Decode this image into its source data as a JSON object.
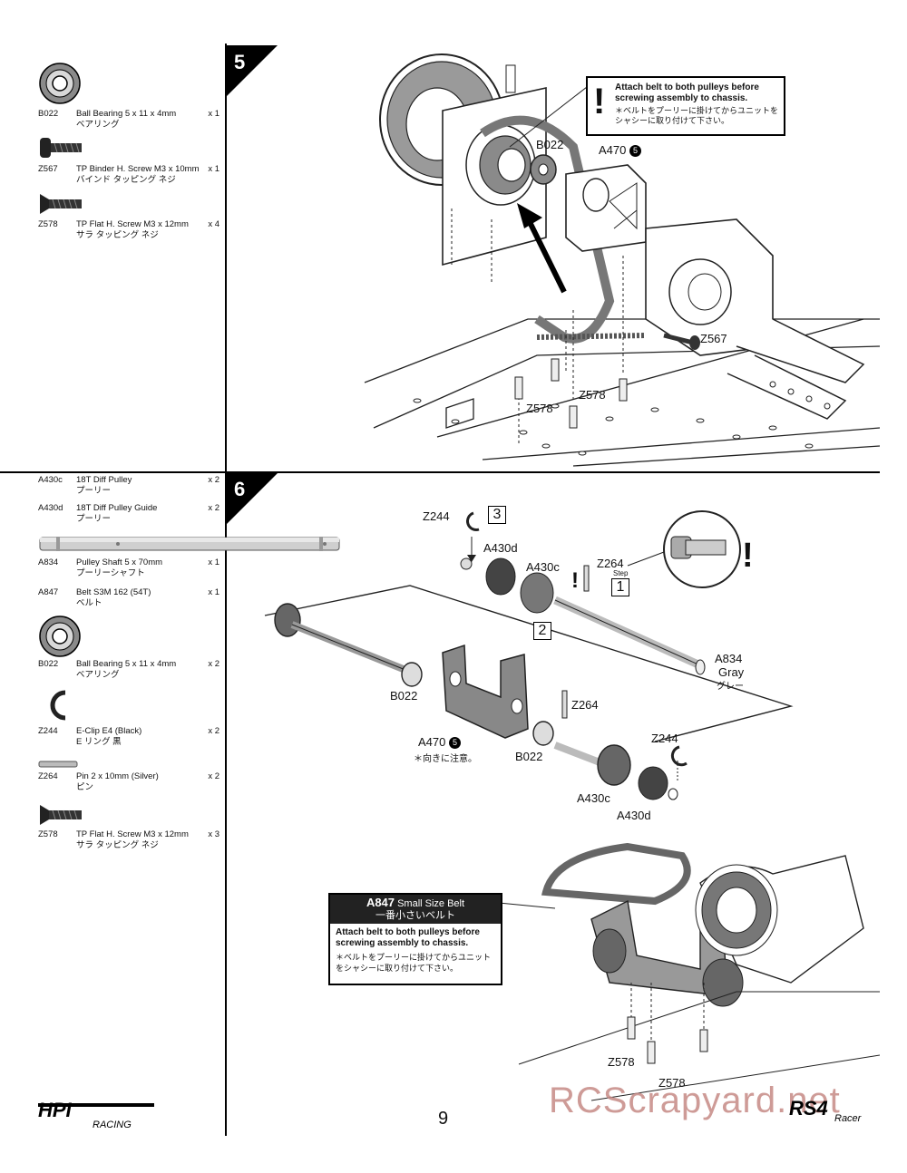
{
  "step5": {
    "number": "5",
    "parts": [
      {
        "code": "B022",
        "name": "Ball Bearing 5 x 11 x 4mm",
        "name_jp": "ベアリング",
        "qty": "x 1",
        "icon": "ball-bearing-icon"
      },
      {
        "code": "Z567",
        "name": "TP Binder H. Screw M3 x 10mm",
        "name_jp": "バインド タッピング ネジ",
        "qty": "x 1",
        "icon": "binder-screw-icon"
      },
      {
        "code": "Z578",
        "name": "TP Flat H. Screw M3 x 12mm",
        "name_jp": "サラ タッピング ネジ",
        "qty": "x 4",
        "icon": "flat-screw-icon"
      }
    ],
    "callout": {
      "mark": "!",
      "en": "Attach belt to both pulleys before screwing assembly to chassis.",
      "jp": "＊ベルトをプーリーに掛けてからユニットをシャシーに取り付けて下さい。"
    },
    "labels": {
      "b022": "B022",
      "a470": "A470",
      "a470_step": "5",
      "z567": "Z567",
      "z578a": "Z578",
      "z578b": "Z578"
    }
  },
  "step6": {
    "number": "6",
    "parts": [
      {
        "code": "A430c",
        "name": "18T Diff Pulley",
        "name_jp": "プーリー",
        "qty": "x 2"
      },
      {
        "code": "A430d",
        "name": "18T Diff Pulley Guide",
        "name_jp": "プーリー",
        "qty": "x 2"
      },
      {
        "code": "A834",
        "name": "Pulley Shaft 5 x 70mm",
        "name_jp": "プーリーシャフト",
        "qty": "x 1"
      },
      {
        "code": "A847",
        "name": "Belt S3M 162 (54T)",
        "name_jp": "ベルト",
        "qty": "x 1"
      },
      {
        "code": "B022",
        "name": "Ball Bearing 5 x 11 x 4mm",
        "name_jp": "ベアリング",
        "qty": "x 2"
      },
      {
        "code": "Z244",
        "name": "E-Clip E4 (Black)",
        "name_jp": "E リング 黒",
        "qty": "x 2"
      },
      {
        "code": "Z264",
        "name": "Pin 2 x 10mm (Silver)",
        "name_jp": "ピン",
        "qty": "x 2"
      },
      {
        "code": "Z578",
        "name": "TP Flat H. Screw M3 x 12mm",
        "name_jp": "サラ タッピング ネジ",
        "qty": "x 3"
      }
    ],
    "labels": {
      "z244_top": "Z244",
      "box3": "3",
      "a430d_top": "A430d",
      "a430c_top": "A430c",
      "z264_top": "Z264",
      "step_word": "Step",
      "box1": "1",
      "box2": "2",
      "a834": "A834",
      "gray": "Gray",
      "gray_jp": "グレー",
      "b022_left": "B022",
      "z264_mid": "Z264",
      "a470": "A470",
      "a470_step": "5",
      "a470_note": "＊向きに注意。",
      "b022_right": "B022",
      "z244_bottom": "Z244",
      "a430c_bottom": "A430c",
      "a430d_bottom": "A430d",
      "z578a": "Z578",
      "z578b": "Z578"
    },
    "belt_box": {
      "code": "A847",
      "title": "Small Size Belt",
      "title_jp": "一番小さいベルト",
      "en": "Attach belt to both pulleys before screwing assembly to chassis.",
      "jp": "＊ベルトをプーリーに掛けてからユニットをシャシーに取り付けて下さい。"
    }
  },
  "footer": {
    "page_number": "9",
    "logo_left_text": "HPI",
    "logo_left_sub": "RACING",
    "logo_right_text": "RS4",
    "logo_right_sub": "Racer",
    "watermark": "RCScrapyard.net"
  }
}
